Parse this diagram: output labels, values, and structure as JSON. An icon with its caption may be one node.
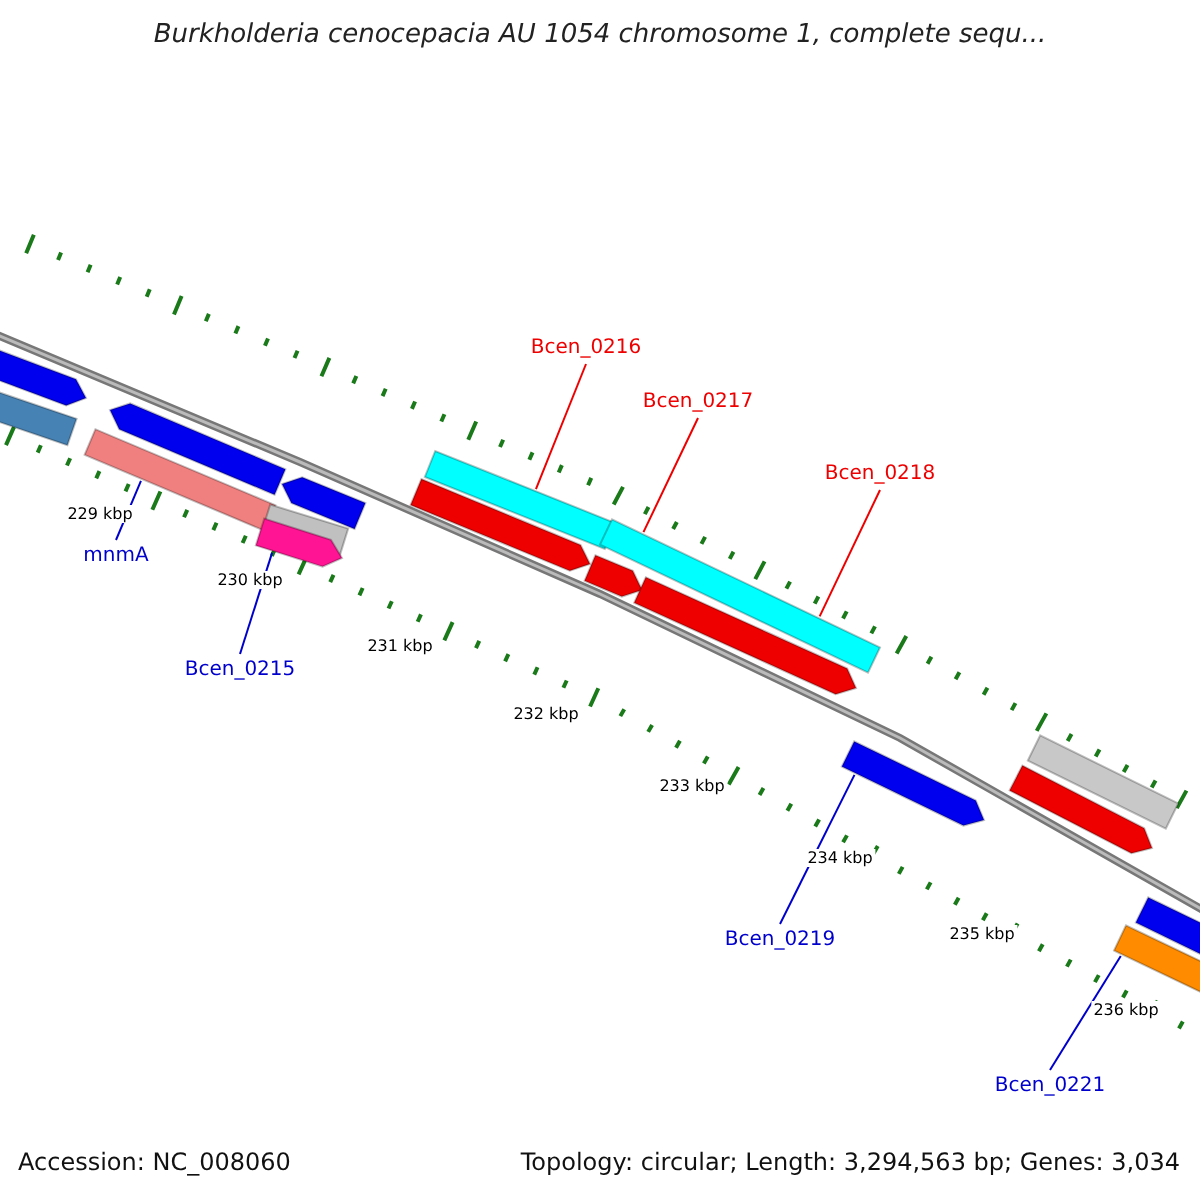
{
  "diagram": {
    "title": "Burkholderia cenocepacia AU 1054 chromosome 1, complete sequ...",
    "nodes": [
      {
        "text": [
          "Bcen_0216"
        ]
      },
      {
        "text": [
          "Bcen_0217"
        ]
      },
      {
        "text": [
          "Bcen_0218"
        ]
      },
      {
        "text": [
          "mnmA"
        ]
      },
      {
        "text": [
          "Bcen_0215"
        ]
      },
      {
        "text": [
          "Bcen_0219"
        ]
      },
      {
        "text": [
          "Bcen_0221"
        ]
      },
      {
        "text": [],
        "shape": "bar"
      },
      {
        "text": [],
        "shape": "bar"
      },
      {
        "text": [],
        "shape": "bar"
      },
      {
        "text": [],
        "shape": "bar"
      },
      {
        "text": [],
        "shape": "bar"
      },
      {
        "text": [],
        "shape": "bar"
      },
      {
        "text": [],
        "shape": "bar"
      },
      {
        "text": [],
        "shape": "bar"
      },
      {
        "text": [],
        "shape": "bar"
      },
      {
        "text": [],
        "shape": "bar"
      },
      {
        "text": [],
        "shape": "bar"
      },
      {
        "text": [],
        "shape": "bar"
      },
      {
        "text": [],
        "shape": "bar"
      },
      {
        "text": [],
        "shape": "bar"
      },
      {
        "text": [],
        "shape": "bar"
      },
      {
        "text": [],
        "shape": "bar"
      },
      {
        "text": [],
        "shape": "bar"
      }
    ],
    "edges": [
      {
        "from": 0,
        "to": 15,
        "arrow": "none",
        "color": "#ee0000"
      },
      {
        "from": 1,
        "to": 17,
        "arrow": "none",
        "color": "#ee0000"
      },
      {
        "from": 2,
        "to": 17,
        "arrow": "none",
        "color": "#ee0000"
      },
      {
        "from": 3,
        "to": 9,
        "arrow": "none"
      },
      {
        "from": 4,
        "to": 11,
        "arrow": "none"
      },
      {
        "from": 5,
        "to": 19,
        "arrow": "none"
      },
      {
        "from": 6,
        "to": 22,
        "arrow": "none"
      }
    ],
    "labels": [
      "229 kbp",
      "230 kbp",
      "231 kbp",
      "232 kbp",
      "233 kbp",
      "234 kbp",
      "235 kbp",
      "236 kbp",
      "Accession: NC_008060",
      "Topology: circular; Length: 3,294,563 bp; Genes: 3,034"
    ]
  }
}
